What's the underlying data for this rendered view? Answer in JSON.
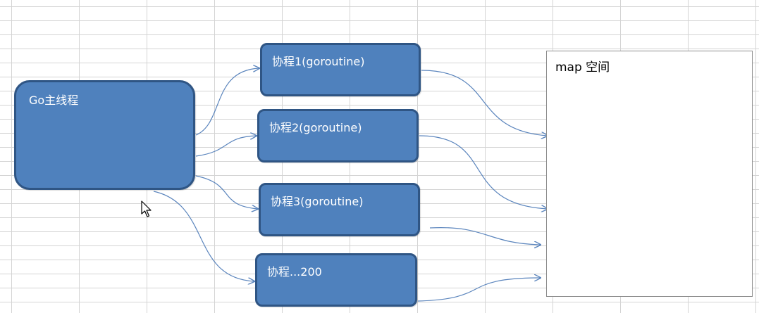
{
  "main_thread": {
    "label": "Go主线程"
  },
  "goroutines": [
    {
      "label": "协程1(goroutine)"
    },
    {
      "label": "协程2(goroutine)"
    },
    {
      "label": "协程3(goroutine)"
    },
    {
      "label": "协程...200"
    }
  ],
  "map_space": {
    "label": "map 空间"
  },
  "colors": {
    "box_fill": "#4f81bd",
    "box_border": "#2f5584",
    "arrow": "#5b85bd",
    "grid": "#d4d4d4"
  }
}
